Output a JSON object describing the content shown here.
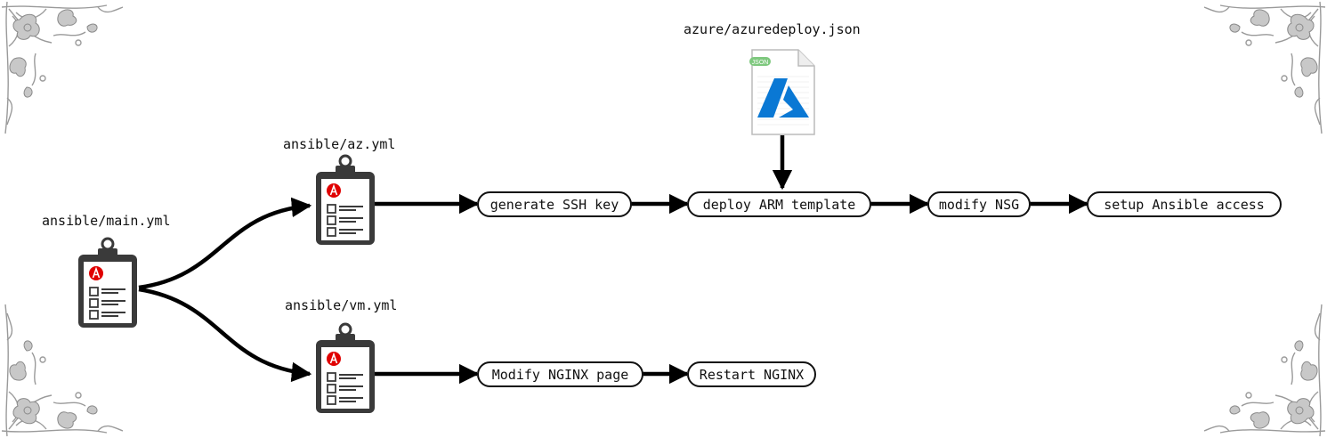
{
  "playbooks": {
    "main": {
      "label": "ansible/main.yml",
      "icon": "ansible-playbook-clipboard-icon"
    },
    "az": {
      "label": "ansible/az.yml",
      "icon": "ansible-playbook-clipboard-icon"
    },
    "vm": {
      "label": "ansible/vm.yml",
      "icon": "ansible-playbook-clipboard-icon"
    }
  },
  "template_file": {
    "label": "azure/azuredeploy.json",
    "badge": "JSON",
    "icon": "azure-json-file-icon"
  },
  "az_steps": [
    "generate SSH key",
    "deploy ARM template",
    "modify NSG",
    "setup Ansible access"
  ],
  "vm_steps": [
    "Modify NGINX page",
    "Restart NGINX"
  ],
  "colors": {
    "ansible_red": "#e00000",
    "azure_blue": "#0a78d4",
    "json_badge": "#7ec87e",
    "ink": "#000000"
  }
}
